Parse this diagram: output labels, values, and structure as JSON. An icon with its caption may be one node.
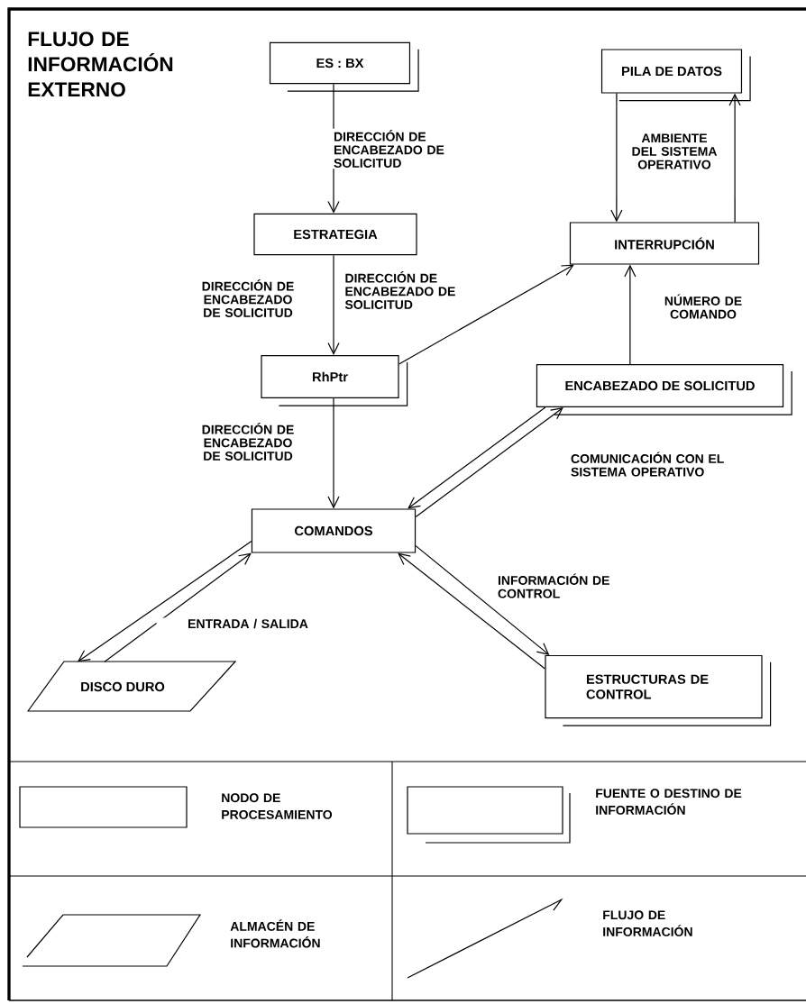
{
  "diagram": {
    "title": "FLUJO DE INFORMACIÓN EXTERNO",
    "nodes": [
      {
        "text": [
          "ES : BX"
        ]
      },
      {
        "text": [
          "ESTRATEGIA"
        ]
      },
      {
        "text": [
          "PILA DE DATOS"
        ]
      },
      {
        "text": [
          "INTERRUPCIÓN"
        ]
      },
      {
        "text": [
          "RhPtr"
        ]
      },
      {
        "text": [
          "ENCABEZADO DE SOLICITUD"
        ]
      },
      {
        "text": [
          "COMANDOS"
        ]
      },
      {
        "text": [
          "DISCO DURO"
        ]
      },
      {
        "text": [
          "ESTRUCTURAS DE CONTROL"
        ]
      }
    ],
    "edges": [
      {
        "from": 0,
        "to": 1,
        "arrow": "to",
        "label": "DIRECCIÓN DE ENCABEZADO DE SOLICITUD"
      },
      {
        "from": 1,
        "to": 4,
        "arrow": "to",
        "label": "DIRECCIÓN DE ENCABEZADO DE SOLICITUD"
      },
      {
        "from": 4,
        "to": 3,
        "arrow": "to",
        "label": "DIRECCIÓN DE ENCABEZADO DE SOLICITUD"
      },
      {
        "from": 4,
        "to": 6,
        "arrow": "to",
        "label": "DIRECCIÓN DE ENCABEZADO DE SOLICITUD"
      },
      {
        "from": 2,
        "to": 3,
        "arrow": "to",
        "label": "AMBIENTE DEL SISTEMA OPERATIVO"
      },
      {
        "from": 3,
        "to": 2,
        "arrow": "to"
      },
      {
        "from": 5,
        "to": 3,
        "arrow": "to",
        "label": "NÚMERO DE COMANDO"
      },
      {
        "from": 5,
        "to": 6,
        "arrow": "to"
      },
      {
        "from": 6,
        "to": 5,
        "arrow": "to",
        "label": "COMUNICACIÓN CON EL SISTEMA OPERATIVO"
      },
      {
        "from": 6,
        "to": 7,
        "arrow": "to"
      },
      {
        "from": 7,
        "to": 6,
        "arrow": "to",
        "label": "ENTRADA / SALIDA"
      },
      {
        "from": 6,
        "to": 8,
        "arrow": "to",
        "label": "INFORMACIÓN DE CONTROL"
      },
      {
        "from": 8,
        "to": 6,
        "arrow": "to"
      }
    ],
    "legend": [
      {
        "text": "NODO DE PROCESAMIENTO"
      },
      {
        "text": "FUENTE O DESTINO DE INFORMACIÓN"
      },
      {
        "text": "ALMACÉN DE INFORMACIÓN"
      },
      {
        "text": "FLUJO DE INFORMACIÓN"
      }
    ]
  }
}
